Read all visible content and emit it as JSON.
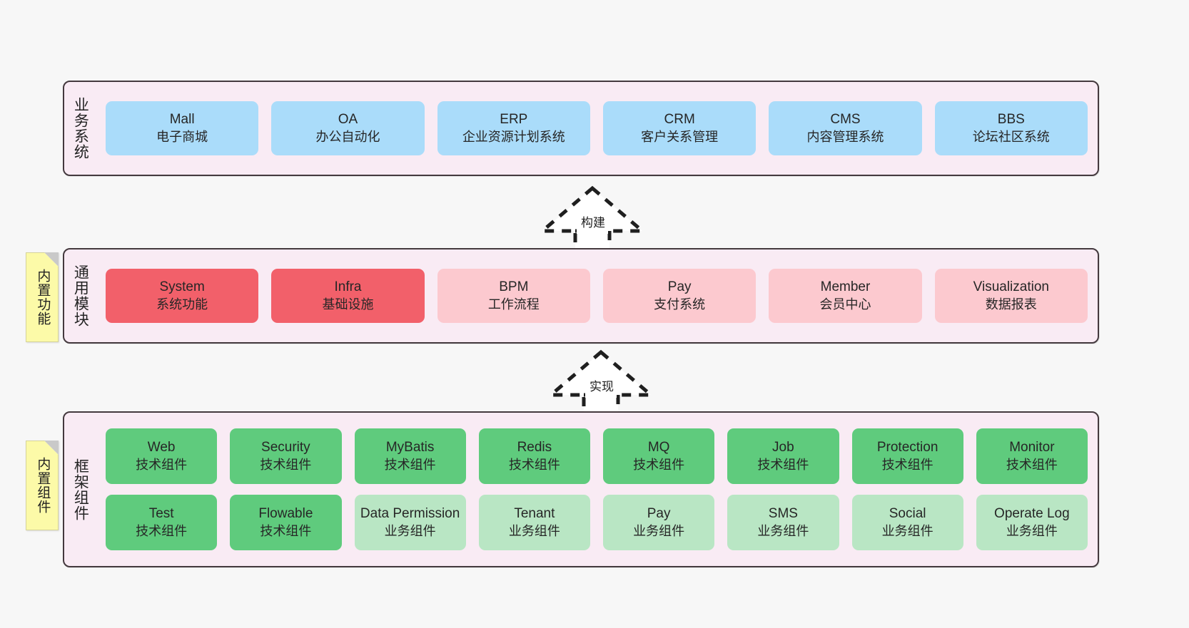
{
  "diagram": {
    "background_color": "#f7f7f7",
    "container_fill": "#f9ebf4",
    "container_border": "#44393e"
  },
  "sections": [
    {
      "id": "business",
      "label": "业务系统",
      "rows": [
        {
          "cards": [
            {
              "title": "Mall",
              "sub": "电子商城",
              "color": "#aadcfa",
              "variant": "blue"
            },
            {
              "title": "OA",
              "sub": "办公自动化",
              "color": "#aadcfa",
              "variant": "blue"
            },
            {
              "title": "ERP",
              "sub": "企业资源计划系统",
              "color": "#aadcfa",
              "variant": "blue"
            },
            {
              "title": "CRM",
              "sub": "客户关系管理",
              "color": "#aadcfa",
              "variant": "blue"
            },
            {
              "title": "CMS",
              "sub": "内容管理系统",
              "color": "#aadcfa",
              "variant": "blue"
            },
            {
              "title": "BBS",
              "sub": "论坛社区系统",
              "color": "#aadcfa",
              "variant": "blue"
            }
          ]
        }
      ]
    },
    {
      "id": "common",
      "label": "通用模块",
      "note": "内置功能",
      "rows": [
        {
          "cards": [
            {
              "title": "System",
              "sub": "系统功能",
              "color": "#f2606a",
              "variant": "red"
            },
            {
              "title": "Infra",
              "sub": "基础设施",
              "color": "#f2606a",
              "variant": "red"
            },
            {
              "title": "BPM",
              "sub": "工作流程",
              "color": "#fcc9cf",
              "variant": "lightred"
            },
            {
              "title": "Pay",
              "sub": "支付系统",
              "color": "#fcc9cf",
              "variant": "lightred"
            },
            {
              "title": "Member",
              "sub": "会员中心",
              "color": "#fcc9cf",
              "variant": "lightred"
            },
            {
              "title": "Visualization",
              "sub": "数据报表",
              "color": "#fcc9cf",
              "variant": "lightred"
            }
          ]
        }
      ]
    },
    {
      "id": "framework",
      "label": "框架组件",
      "note": "内置组件",
      "rows": [
        {
          "cards": [
            {
              "title": "Web",
              "sub": "技术组件",
              "color": "#5fcb7d",
              "variant": "green"
            },
            {
              "title": "Security",
              "sub": "技术组件",
              "color": "#5fcb7d",
              "variant": "green"
            },
            {
              "title": "MyBatis",
              "sub": "技术组件",
              "color": "#5fcb7d",
              "variant": "green"
            },
            {
              "title": "Redis",
              "sub": "技术组件",
              "color": "#5fcb7d",
              "variant": "green"
            },
            {
              "title": "MQ",
              "sub": "技术组件",
              "color": "#5fcb7d",
              "variant": "green"
            },
            {
              "title": "Job",
              "sub": "技术组件",
              "color": "#5fcb7d",
              "variant": "green"
            },
            {
              "title": "Protection",
              "sub": "技术组件",
              "color": "#5fcb7d",
              "variant": "green"
            },
            {
              "title": "Monitor",
              "sub": "技术组件",
              "color": "#5fcb7d",
              "variant": "green"
            }
          ]
        },
        {
          "cards": [
            {
              "title": "Test",
              "sub": "技术组件",
              "color": "#5fcb7d",
              "variant": "green"
            },
            {
              "title": "Flowable",
              "sub": "技术组件",
              "color": "#5fcb7d",
              "variant": "green"
            },
            {
              "title": "Data Permission",
              "sub": "业务组件",
              "color": "#b9e6c4",
              "variant": "lightgreen"
            },
            {
              "title": "Tenant",
              "sub": "业务组件",
              "color": "#b9e6c4",
              "variant": "lightgreen"
            },
            {
              "title": "Pay",
              "sub": "业务组件",
              "color": "#b9e6c4",
              "variant": "lightgreen"
            },
            {
              "title": "SMS",
              "sub": "业务组件",
              "color": "#b9e6c4",
              "variant": "lightgreen"
            },
            {
              "title": "Social",
              "sub": "业务组件",
              "color": "#b9e6c4",
              "variant": "lightgreen"
            },
            {
              "title": "Operate Log",
              "sub": "业务组件",
              "color": "#b9e6c4",
              "variant": "lightgreen"
            }
          ]
        }
      ]
    }
  ],
  "arrows": [
    {
      "id": "build",
      "label": "构建",
      "direction": "up",
      "style": "dashed-generalization"
    },
    {
      "id": "implement",
      "label": "实现",
      "direction": "up",
      "style": "dashed-generalization"
    }
  ]
}
